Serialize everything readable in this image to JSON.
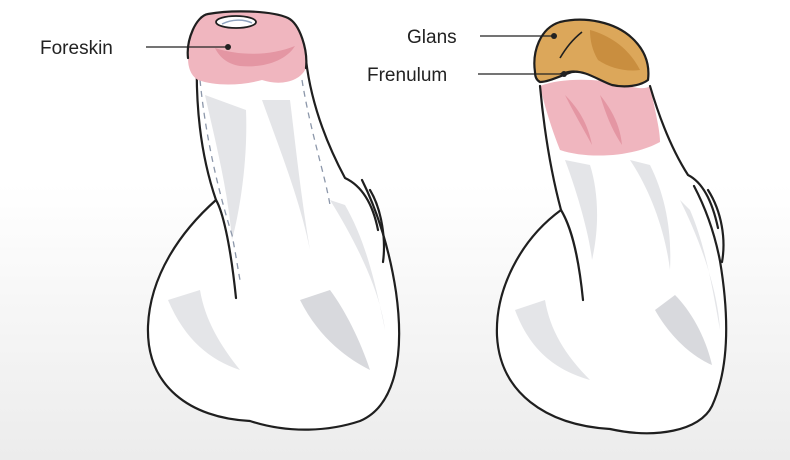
{
  "labels": {
    "foreskin": "Foreskin",
    "glans": "Glans",
    "frenulum": "Frenulum"
  },
  "colors": {
    "foreskin_pink": "#f0b6bf",
    "glans_gold": "#dca75a",
    "skin_shade": "#e4e5e8",
    "outline": "#1f1f1f"
  }
}
